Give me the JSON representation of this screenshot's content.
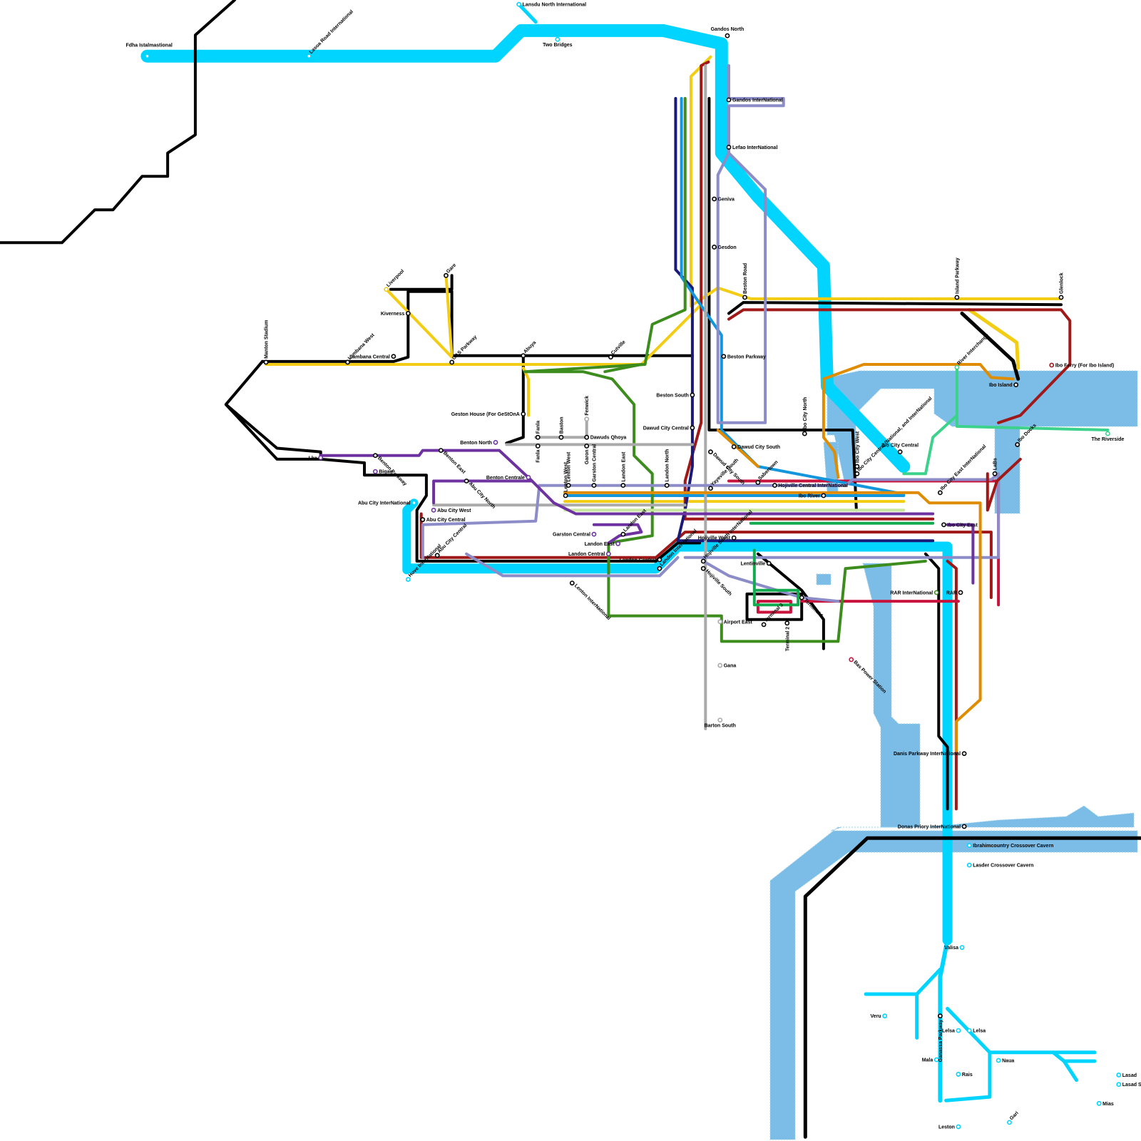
{
  "map_title": "",
  "colors": {
    "cyan": "#00d4ff",
    "black": "#000000",
    "yellow": "#f2cd14",
    "darkred": "#a01818",
    "crimson": "#c8143c",
    "navy": "#1a1a78",
    "blue": "#1496dc",
    "green": "#3c8c1e",
    "lightgreen": "#c8e6a0",
    "mint": "#3cd28c",
    "grey": "#aaaaaa",
    "lavender": "#8c8cc8",
    "purple": "#6e32a0",
    "orange": "#e08c00",
    "emerald": "#14aa50",
    "water": "#7bbde6"
  },
  "stations": [
    {
      "id": "fdha",
      "label": "Fdha Istalmastional"
    },
    {
      "id": "lasoa",
      "label": "Lasoa Road International"
    },
    {
      "id": "lansdu",
      "label": "Lansdu North International"
    },
    {
      "id": "twobridges",
      "label": "Two Bridges"
    },
    {
      "id": "gandosnorth",
      "label": "Gandos North"
    },
    {
      "id": "gandosint",
      "label": "Gandos InterNational"
    },
    {
      "id": "lefao",
      "label": "Lefao InterNational"
    },
    {
      "id": "geniva",
      "label": "Geniva"
    },
    {
      "id": "gesdon",
      "label": "Gesdon"
    },
    {
      "id": "bestonroad",
      "label": "Beston Road"
    },
    {
      "id": "islandparkway",
      "label": "Island Parkway"
    },
    {
      "id": "glenlock",
      "label": "Glenlock"
    },
    {
      "id": "bestonparkway",
      "label": "Beston Parkway"
    },
    {
      "id": "bestonsouth",
      "label": "Beston South"
    },
    {
      "id": "dawudcentral",
      "label": "Dawud City Central"
    },
    {
      "id": "dawudsouth",
      "label": "Dawud City South"
    },
    {
      "id": "ibocitynorth",
      "label": "Ibo City North"
    },
    {
      "id": "riverinterchange",
      "label": "River Interchange"
    },
    {
      "id": "iboferry",
      "label": "Ibo Ferry (For Ibo Island)"
    },
    {
      "id": "iboisland",
      "label": "Ibo Island"
    },
    {
      "id": "theriverside",
      "label": "The Riverside"
    },
    {
      "id": "ibodocks",
      "label": "Ibo Docks"
    },
    {
      "id": "ibocitywest",
      "label": "Ibo City West"
    },
    {
      "id": "ibocitycentralnat",
      "label": "Ibo City Central (National, and InterNational"
    },
    {
      "id": "ibocitycentral",
      "label": "Ibo City Central"
    },
    {
      "id": "ibocityeastint",
      "label": "Ibo City East InterNational"
    },
    {
      "id": "labs",
      "label": "LaBs"
    },
    {
      "id": "liverpool",
      "label": "Liverpool"
    },
    {
      "id": "kiverness",
      "label": "Kiverness"
    },
    {
      "id": "gare",
      "label": "Gare"
    },
    {
      "id": "lambanacentral",
      "label": "Lambana Central"
    },
    {
      "id": "lambanawest",
      "label": "Lambana West"
    },
    {
      "id": "mantonstadium",
      "label": "Manton Stadium"
    },
    {
      "id": "gasparkway",
      "label": "GAS Parkway"
    },
    {
      "id": "abuya",
      "label": "Abuya"
    },
    {
      "id": "cutville",
      "label": "Cutville"
    },
    {
      "id": "gestonhouse",
      "label": "Geston House (For GeStOnA"
    },
    {
      "id": "fanla1",
      "label": "Fanla"
    },
    {
      "id": "baston",
      "label": "Baston"
    },
    {
      "id": "fenwick",
      "label": "Fenwick"
    },
    {
      "id": "dawudsqhoya",
      "label": "Dawuds Qhoya"
    },
    {
      "id": "fanla2",
      "label": "Fanla"
    },
    {
      "id": "lentonwest1",
      "label": "Lenton West"
    },
    {
      "id": "lentonwest2",
      "label": "Lenton West"
    },
    {
      "id": "garon",
      "label": "Garon"
    },
    {
      "id": "garstoncentral1",
      "label": "Garston Central"
    },
    {
      "id": "landoneast1",
      "label": "Landon East"
    },
    {
      "id": "landonnorth",
      "label": "Landon North"
    },
    {
      "id": "bentonnorth",
      "label": "Benton North"
    },
    {
      "id": "bentonparkway",
      "label": "Benton Parkway"
    },
    {
      "id": "bentoneast",
      "label": "Benton East"
    },
    {
      "id": "abucitynorth",
      "label": "Abu City North"
    },
    {
      "id": "lka",
      "label": "Lka"
    },
    {
      "id": "bigag",
      "label": "Bigag"
    },
    {
      "id": "bentoncentrale",
      "label": "Benton Centrale"
    },
    {
      "id": "abucityint",
      "label": "Abu City InterNational"
    },
    {
      "id": "abucitywest",
      "label": "Abu City West"
    },
    {
      "id": "abucitycentral1",
      "label": "Abu City Central"
    },
    {
      "id": "abucitycentral2",
      "label": "Abu City Central"
    },
    {
      "id": "hoveint",
      "label": "Hove InterNational"
    },
    {
      "id": "lentonint",
      "label": "Lenton InterNational"
    },
    {
      "id": "garstoncentral2",
      "label": "Garston Central"
    },
    {
      "id": "landoneast2",
      "label": "Landon East"
    },
    {
      "id": "landoneast3",
      "label": "Landon East"
    },
    {
      "id": "landoncentral1",
      "label": "Landon Central"
    },
    {
      "id": "landoncentral2",
      "label": "Landon Central"
    },
    {
      "id": "landonint",
      "label": "Landon InterNational"
    },
    {
      "id": "hojivillesouthint",
      "label": "Hojiville South InterNational"
    },
    {
      "id": "hojivillesouth",
      "label": "Hojiville South"
    },
    {
      "id": "yayeville",
      "label": "Yayeville South"
    },
    {
      "id": "dawudcitys",
      "label": "Dawud City South"
    },
    {
      "id": "sabertown",
      "label": "Sabertown"
    },
    {
      "id": "hojivillecentral",
      "label": "Hojiville Central InterNational"
    },
    {
      "id": "iboriver",
      "label": "Ibo River"
    },
    {
      "id": "hojivillewest",
      "label": "Hojiville West"
    },
    {
      "id": "lentinville",
      "label": "Lentinville"
    },
    {
      "id": "ibocityeast",
      "label": "Ibo City East"
    },
    {
      "id": "rarint",
      "label": "RAR InterNational"
    },
    {
      "id": "rar",
      "label": "RAR"
    },
    {
      "id": "airporteast",
      "label": "Airport East"
    },
    {
      "id": "terminal1",
      "label": "Terminal 1"
    },
    {
      "id": "terminal2",
      "label": "Terminal 2"
    },
    {
      "id": "terminal3",
      "label": "Terminal 3"
    },
    {
      "id": "gana",
      "label": "Gana"
    },
    {
      "id": "bartonsouth",
      "label": "Barton South"
    },
    {
      "id": "powerstation",
      "label": "Bas Power Station"
    },
    {
      "id": "danisparkway",
      "label": "Danis Parkway InterNational"
    },
    {
      "id": "donaspriory",
      "label": "Donas Priory InterNational"
    },
    {
      "id": "ibrahimcountry",
      "label": "Ibrahimcountry Crossover Cavern"
    },
    {
      "id": "lasder",
      "label": "Lasder Crossover Cavern"
    },
    {
      "id": "valisa",
      "label": "Valisa"
    },
    {
      "id": "veru",
      "label": "Veru"
    },
    {
      "id": "ganassaparkway",
      "label": "Ganassa Parkway"
    },
    {
      "id": "mala",
      "label": "Mala"
    },
    {
      "id": "lelsa1",
      "label": "Lelsa"
    },
    {
      "id": "lelsa2",
      "label": "Lelsa"
    },
    {
      "id": "naua",
      "label": "Naua"
    },
    {
      "id": "rais",
      "label": "Rais"
    },
    {
      "id": "lasad",
      "label": "Lasad"
    },
    {
      "id": "lasadsouth",
      "label": "Lasad South"
    },
    {
      "id": "mias",
      "label": "Mias"
    },
    {
      "id": "leston",
      "label": "Leston"
    },
    {
      "id": "gari",
      "label": "Gari"
    }
  ]
}
